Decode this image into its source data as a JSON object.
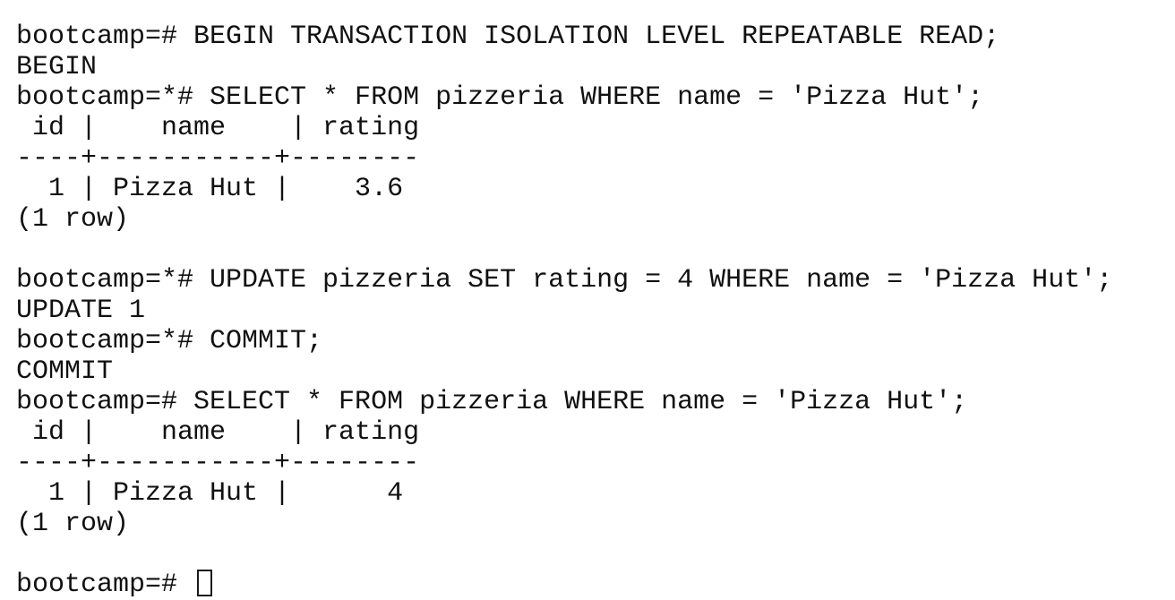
{
  "terminal": {
    "lines": [
      "bootcamp=# BEGIN TRANSACTION ISOLATION LEVEL REPEATABLE READ;",
      "BEGIN",
      "bootcamp=*# SELECT * FROM pizzeria WHERE name = 'Pizza Hut';",
      " id |    name    | rating",
      "----+-----------+--------",
      "  1 | Pizza Hut |    3.6",
      "(1 row)",
      "",
      "bootcamp=*# UPDATE pizzeria SET rating = 4 WHERE name = 'Pizza Hut';",
      "UPDATE 1",
      "bootcamp=*# COMMIT;",
      "COMMIT",
      "bootcamp=# SELECT * FROM pizzeria WHERE name = 'Pizza Hut';",
      " id |    name    | rating",
      "----+-----------+--------",
      "  1 | Pizza Hut |      4",
      "(1 row)",
      ""
    ],
    "prompt": "bootcamp=# "
  }
}
